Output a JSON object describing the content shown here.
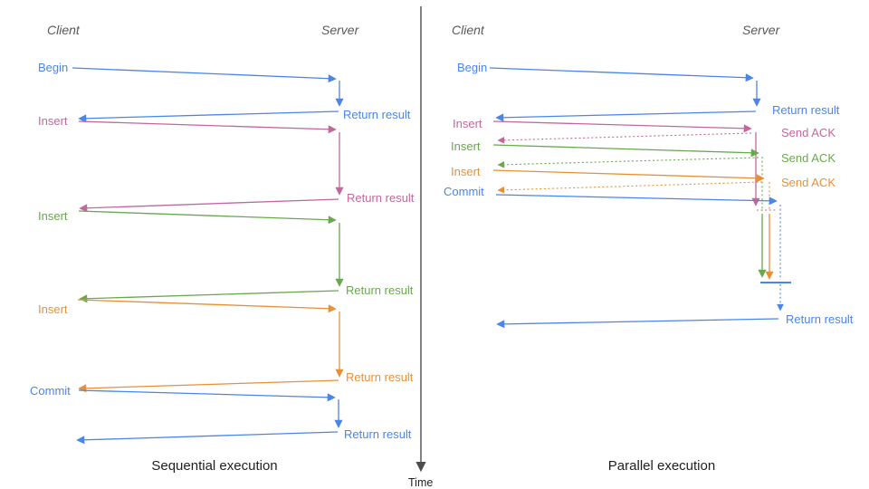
{
  "palette": {
    "blue": "#4a86e8",
    "pink": "#c2689c",
    "green": "#6aa84f",
    "orange": "#e69138",
    "header_gray": "#595959",
    "axis_gray": "#4d4d4d",
    "caption_black": "#1f1f1f"
  },
  "timeline": {
    "label": "Time"
  },
  "left": {
    "caption": "Sequential execution",
    "client_header": "Client",
    "server_header": "Server",
    "calls": [
      {
        "label": "Begin",
        "color": "blue",
        "response": "Return result"
      },
      {
        "label": "Insert",
        "color": "pink",
        "response": "Return result"
      },
      {
        "label": "Insert",
        "color": "green",
        "response": "Return result"
      },
      {
        "label": "Insert",
        "color": "orange",
        "response": "Return result"
      },
      {
        "label": "Commit",
        "color": "blue",
        "response": "Return result"
      }
    ]
  },
  "right": {
    "caption": "Parallel execution",
    "client_header": "Client",
    "server_header": "Server",
    "calls": [
      {
        "label": "Begin",
        "color": "blue",
        "response": "Return result"
      },
      {
        "label": "Insert",
        "color": "pink",
        "response": "Send ACK"
      },
      {
        "label": "Insert",
        "color": "green",
        "response": "Send ACK"
      },
      {
        "label": "Insert",
        "color": "orange",
        "response": "Send ACK"
      },
      {
        "label": "Commit",
        "color": "blue"
      }
    ],
    "final_response": "Return result"
  }
}
